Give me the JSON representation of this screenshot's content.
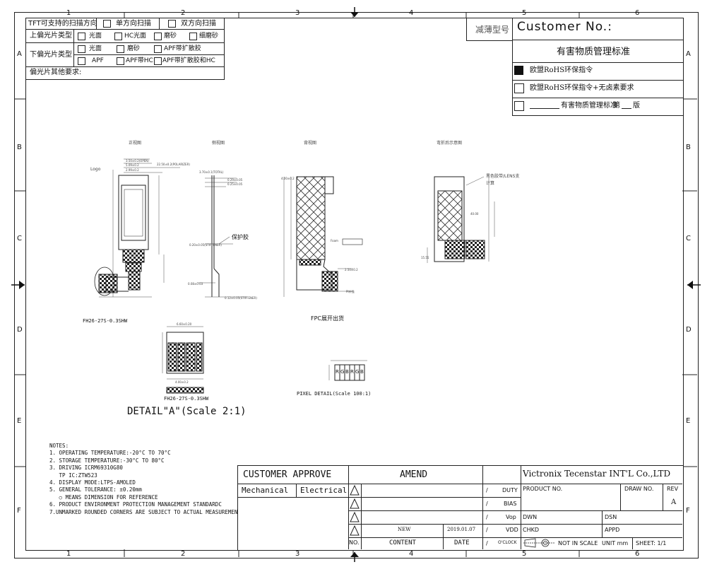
{
  "frame": {
    "cols_top": [
      "1",
      "2",
      "3",
      "4",
      "5",
      "6"
    ],
    "cols_bottom": [
      "1",
      "2",
      "3",
      "4",
      "5",
      "6"
    ],
    "rows_left": [
      "A",
      "B",
      "C",
      "D",
      "E",
      "F"
    ],
    "rows_right": [
      "A",
      "B",
      "C",
      "D",
      "E",
      "F"
    ]
  },
  "topleft_table": {
    "scan_label": "TFT可支持的扫描方向",
    "single_scan": "单方向扫描",
    "dual_scan": "双方向扫描",
    "upper_pol_label": "上偏光片类型",
    "upper_opts": [
      "光面",
      "HC光面",
      "磨砂",
      "细磨砂"
    ],
    "lower_pol_label": "下偏光片类型",
    "lower_opts_row1": [
      "光面",
      "磨砂",
      "APF带扩散胶"
    ],
    "lower_opts_row2": [
      "APF",
      "APF带HC",
      "APF带扩散胶和HC"
    ],
    "other_req": "偏光片其他要求:"
  },
  "top_right": {
    "thin_label": "减薄型号",
    "customer_no": "Customer No.:",
    "hazard_title": "有害物质管理标准",
    "hazard_opt1": "欧盟RoHS环保指令",
    "hazard_opt2": "欧盟RoHS环保指令+无卤素要求",
    "hazard_opt3_a": "有害物质管理标准",
    "hazard_opt3_b": "第",
    "hazard_opt3_c": "版"
  },
  "views": {
    "front": "正视图",
    "side": "侧视图",
    "back": "背视图",
    "bent": "弯折后示意图",
    "protect": "保护胶",
    "logo": "Logo",
    "conn1": "FH26-27S-0.3SHW",
    "fpc_unfold": "FPC展开出货",
    "detail_conn": "FH26-27S-0.3SHW",
    "detail_title": "DETAIL\"A\"(Scale 2:1)",
    "pixel_title": "PIXEL DETAIL(Scale 100:1)",
    "pixel_cells": [
      "R",
      "G",
      "B",
      "R",
      "G",
      "B"
    ],
    "bent_note_1": "黑色胶带/LENS支",
    "bent_note_2": "计算"
  },
  "notes": [
    "NOTES:",
    "1. OPERATING TEMPERATURE:-20°C TO 70°C",
    "2. STORAGE TEMPERATURE:-30°C TO 80°C",
    "3. DRIVING ICRM69310G80",
    "   TP IC:ZTW523",
    "4. DISPLAY MODE:LTPS-AMOLED",
    "5. GENERAL TOLERANCE: ±0.20mm",
    "   ○ MEANS DIMENSION FOR REFERENCE",
    "6. PRODUCT ENVIRONMENT PROTECTION MANAGEMENT STANDARDC",
    "7.UNMARKED ROUNDED CORNERS ARE SUBJECT TO ACTUAL MEASUREMENT"
  ],
  "title_block": {
    "customer_approve": "CUSTOMER APPROVE",
    "mechanical": "Mechanical",
    "electrical": "Electrical",
    "amend": "AMEND",
    "no": "NO.",
    "content": "CONTENT",
    "date": "DATE",
    "rev_content": "NEW",
    "rev_date": "2019.01.07",
    "company": "Victronix Tecenstar INT'L Co.,LTD",
    "product_no": "PRODUCT NO.",
    "draw_no": "DRAW NO.",
    "rev": "REV",
    "rev_value": "A",
    "dwn": "DWN",
    "dsn": "DSN",
    "chkd": "CHKD",
    "appd": "APPD",
    "not_in_scale": "NOT IN SCALE",
    "unit": "UNIT mm",
    "sheet": "SHEET: 1/1",
    "slash": "/",
    "duty": "DUTY",
    "bias": "BIAS",
    "vop": "Vop",
    "vdd": "VDD",
    "oclock": "O'CLOCK"
  }
}
